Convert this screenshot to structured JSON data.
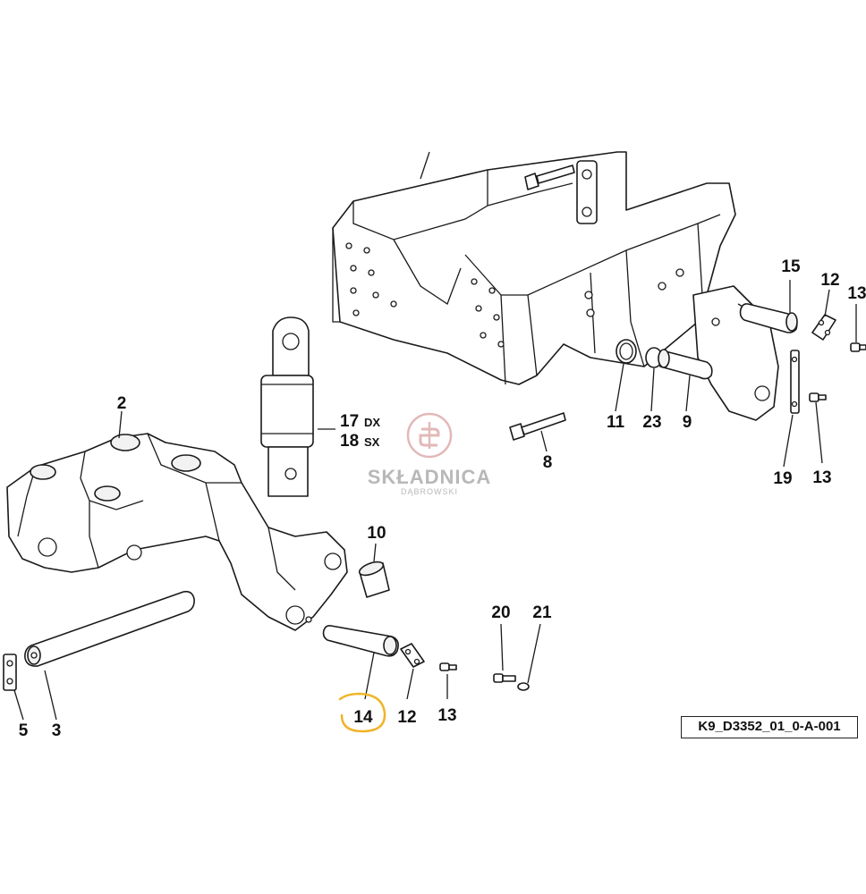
{
  "diagram": {
    "reference_code": "K9_D3352_01_0-A-001",
    "watermark": {
      "name": "SKŁADNICA",
      "subtitle": "DĄBROWSKI"
    },
    "callouts": [
      {
        "id": "c2",
        "text": "2"
      },
      {
        "id": "c3",
        "text": "3"
      },
      {
        "id": "c5",
        "text": "5"
      },
      {
        "id": "c8",
        "text": "8"
      },
      {
        "id": "c9",
        "text": "9"
      },
      {
        "id": "c10",
        "text": "10"
      },
      {
        "id": "c11",
        "text": "11"
      },
      {
        "id": "c12a",
        "text": "12"
      },
      {
        "id": "c12b",
        "text": "12"
      },
      {
        "id": "c13a",
        "text": "13"
      },
      {
        "id": "c13b",
        "text": "13"
      },
      {
        "id": "c13c",
        "text": "13"
      },
      {
        "id": "c14",
        "text": "14"
      },
      {
        "id": "c15",
        "text": "15"
      },
      {
        "id": "c17",
        "text": "17"
      },
      {
        "id": "c17s",
        "text": "DX"
      },
      {
        "id": "c18",
        "text": "18"
      },
      {
        "id": "c18s",
        "text": "SX"
      },
      {
        "id": "c19",
        "text": "19"
      },
      {
        "id": "c20",
        "text": "20"
      },
      {
        "id": "c21",
        "text": "21"
      },
      {
        "id": "c23",
        "text": "23"
      }
    ],
    "highlight": {
      "target": "14",
      "color": "#f0b429"
    }
  }
}
